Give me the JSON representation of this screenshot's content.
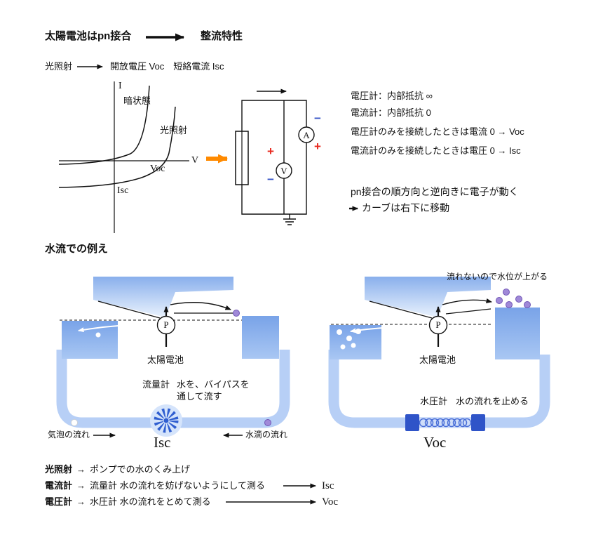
{
  "header": {
    "title": "太陽電池はpn接合",
    "title_result": "整流特性",
    "light_label": "光照射",
    "light_result": "開放電圧 Voc　短絡電流 Isc"
  },
  "iv_graph": {
    "y_axis": "I",
    "x_axis": "V",
    "dark_curve": "暗状態",
    "light_curve": "光照射",
    "voc": "Voc",
    "isc": "Isc"
  },
  "circuit": {
    "ammeter": "A",
    "voltmeter": "V",
    "plus": "+",
    "minus": "−"
  },
  "notes": {
    "voltmeter_resistance": "電圧計：内部抵抗 ∞",
    "ammeter_resistance": "電流計：内部抵抗 0",
    "voltmeter_only": "電圧計のみを接続したときは電流 0 → Voc",
    "ammeter_only": "電流計のみを接続したときは電圧 0 → Isc",
    "electron_note": "pn接合の順方向と逆向きに電子が動く",
    "curve_note": "カーブは右下に移動"
  },
  "water": {
    "section_title": "水流での例え",
    "left": {
      "pump": "P",
      "cell": "太陽電池",
      "meter": "流量計",
      "meter_desc_1": "水を、バイパスを",
      "meter_desc_2": "通して流す",
      "bubble_flow": "気泡の流れ",
      "droplet_flow": "水滴の流れ",
      "value": "Isc"
    },
    "right": {
      "pump": "P",
      "cell": "太陽電池",
      "overflow_note": "流れないので水位が上がる",
      "meter": "水圧計",
      "meter_desc": "水の流れを止める",
      "value": "Voc"
    }
  },
  "footer": {
    "arrow": "→",
    "line1_term": "光照射",
    "line1_text": "ポンプでの水のくみ上げ",
    "line2_term": "電流計",
    "line2_text": "流量計 水の流れを妨げないようにして測る",
    "line2_value": "Isc",
    "line3_term": "電圧計",
    "line3_text": "水圧計 水の流れをとめて測る",
    "line3_value": "Voc"
  },
  "colors": {
    "light_arrow_orange": "#ff8a00",
    "plus_red": "#e8281e",
    "minus_blue": "#3a57c8",
    "pipe_blue": "#b7cff6",
    "water_blue": "#7da9ea",
    "meter_blue": "#2f5ed0",
    "droplet_purple": "#a089d8"
  }
}
